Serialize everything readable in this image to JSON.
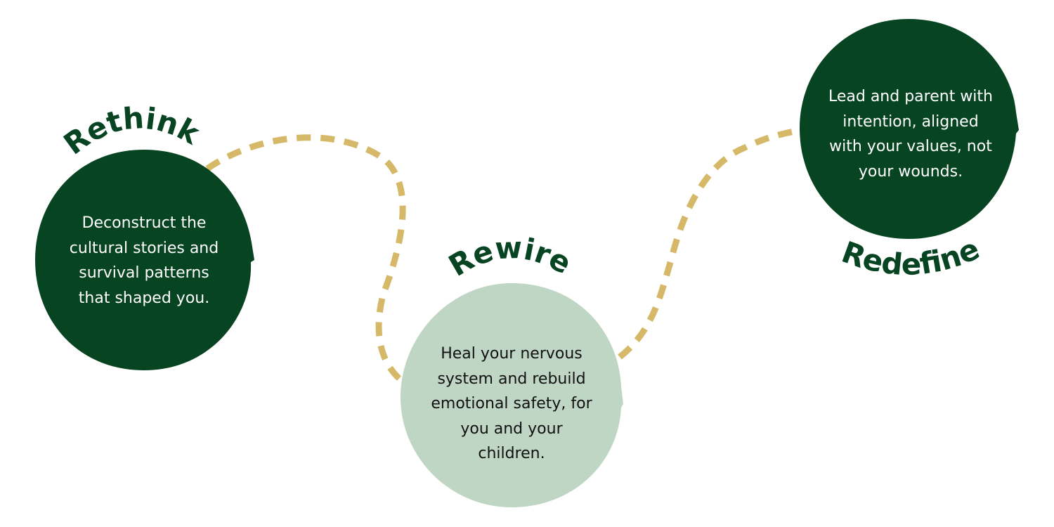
{
  "colors": {
    "dark_green": "#074421",
    "light_green": "#bfd6c4",
    "path_gold": "#d6b968",
    "white": "#ffffff"
  },
  "steps": [
    {
      "title": "Rethink",
      "lines": [
        "Deconstruct the",
        "cultural stories and",
        "survival patterns",
        "that shaped you."
      ]
    },
    {
      "title": "Rewire",
      "lines": [
        "Heal your nervous",
        "system and rebuild",
        "emotional safety, for",
        "you and your",
        "children."
      ]
    },
    {
      "title": "Redefine",
      "lines": [
        "Lead and parent with",
        "intention, aligned",
        "with your values, not",
        "your wounds."
      ]
    }
  ]
}
